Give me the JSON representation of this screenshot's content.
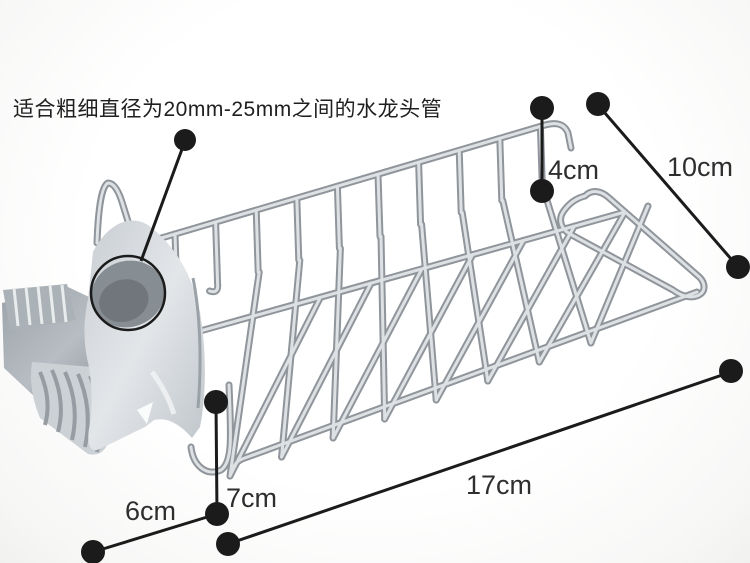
{
  "note": {
    "text": "适合粗细直径为20mm-25mm之间的水龙头管"
  },
  "dimension_labels": {
    "wall_height": {
      "label": "4cm"
    },
    "basket_depth": {
      "label": "10cm"
    },
    "basket_length": {
      "label": "17cm"
    },
    "hook_height": {
      "label": "7cm"
    },
    "clamp_width": {
      "label": "6cm"
    }
  },
  "colors": {
    "annotation_black": "#1b1b1b",
    "label_text": "#2e2e2e",
    "wire_dark": "#8f959b",
    "wire_light": "#dde1e4",
    "clamp_light": "#d6dadd",
    "clamp_mid": "#b2b8be",
    "clamp_dark": "#878e95",
    "background": "#fcfcfc"
  }
}
